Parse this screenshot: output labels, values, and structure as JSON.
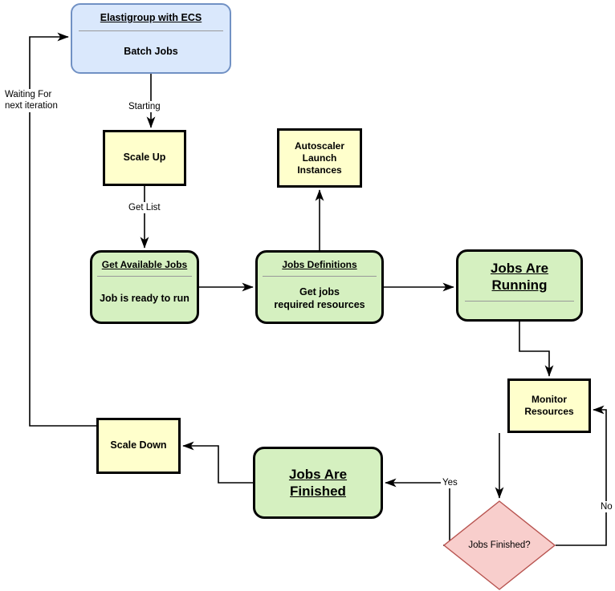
{
  "diagram": {
    "title": "Elastigroup with ECS batch jobs autoscaling flow",
    "colors": {
      "blue_fill": "#dae8fc",
      "blue_stroke": "#7191c4",
      "yellow_fill": "#ffffcc",
      "green_fill": "#d5f0c0",
      "pink_fill": "#f8cecc",
      "pink_stroke": "#b85450",
      "edge_stroke": "#000000"
    },
    "nodes": {
      "elastigroup": {
        "title": "Elastigroup with ECS",
        "body": "Batch Jobs"
      },
      "scale_up": {
        "body": "Scale Up"
      },
      "autoscaler": {
        "line1": "Autoscaler",
        "line2": "Launch",
        "line3": "Instances"
      },
      "get_available_jobs": {
        "title": "Get Available Jobs",
        "body": "Job is ready to run"
      },
      "jobs_definitions": {
        "title": "Jobs Definitions",
        "body_line1": "Get jobs",
        "body_line2": "required resources"
      },
      "jobs_are_running": {
        "title_line1": "Jobs Are",
        "title_line2": "Running"
      },
      "monitor_resources": {
        "line1": "Monitor",
        "line2": "Resources"
      },
      "jobs_finished_decision": {
        "label": "Jobs Finished?"
      },
      "jobs_are_finished": {
        "title_line1": "Jobs Are",
        "title_line2": "Finished"
      },
      "scale_down": {
        "body": "Scale Down"
      }
    },
    "edge_labels": {
      "waiting_line1": "Waiting For",
      "waiting_line2": "next iteration",
      "starting": "Starting",
      "get_list": "Get List",
      "yes": "Yes",
      "no": "No"
    }
  }
}
